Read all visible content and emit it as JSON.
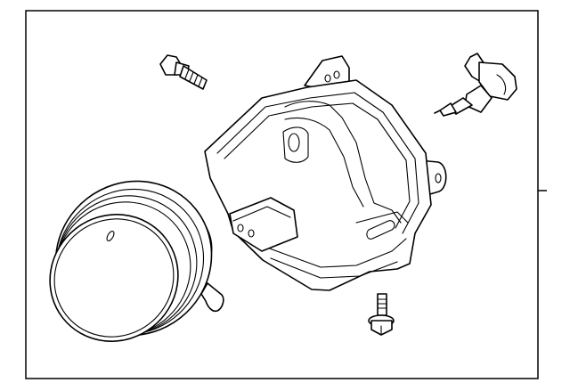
{
  "diagram": {
    "type": "exploded-parts-view",
    "parts": [
      {
        "name": "fog-lamp-assembly"
      },
      {
        "name": "mounting-bracket"
      },
      {
        "name": "upper-bolt"
      },
      {
        "name": "lower-bolt"
      },
      {
        "name": "halogen-bulb"
      }
    ],
    "colors": {
      "line": "#000000",
      "background": "#ffffff"
    }
  }
}
